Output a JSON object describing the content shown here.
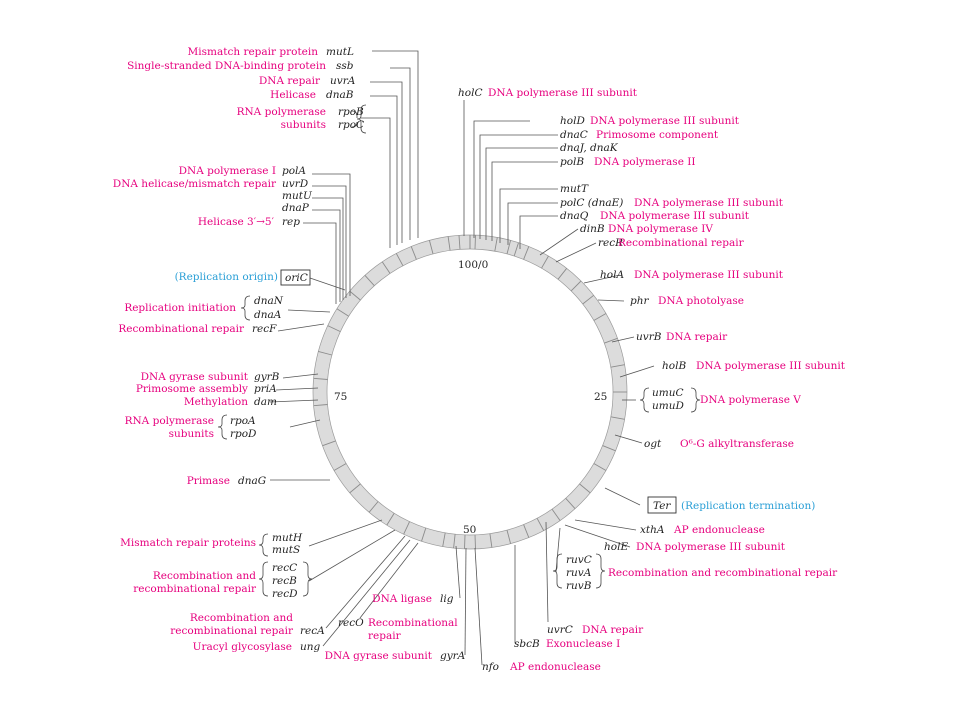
{
  "ring_markers": {
    "origin": "100/0",
    "quarter": "25",
    "half": "50",
    "three_quarter": "75"
  },
  "colors": {
    "function_label": "#e6007e",
    "landmark_label": "#2a9fd6",
    "gene_label": "#222222",
    "ring_fill": "#dcdcdc"
  },
  "labels": {
    "mutL": {
      "desc": "Mismatch repair protein",
      "gene": "mutL"
    },
    "ssb": {
      "desc": "Single-stranded DNA-binding protein",
      "gene": "ssb"
    },
    "uvrA": {
      "desc": "DNA repair",
      "gene": "uvrA"
    },
    "dnaB": {
      "desc": "Helicase",
      "gene": "dnaB"
    },
    "rpoBC": {
      "desc1": "RNA polymerase",
      "desc2": "subunits",
      "gene1": "rpoB",
      "gene2": "rpoC"
    },
    "polA": {
      "desc": "DNA polymerase I",
      "gene": "polA"
    },
    "uvrD": {
      "desc": "DNA helicase/mismatch repair",
      "gene": "uvrD"
    },
    "mutU": {
      "gene": "mutU"
    },
    "dnaP": {
      "gene": "dnaP"
    },
    "rep": {
      "desc": "Helicase 3′→5′",
      "gene": "rep"
    },
    "oriC": {
      "desc": "(Replication origin)",
      "gene": "oriC"
    },
    "dnaNA": {
      "desc": "Replication initiation",
      "gene1": "dnaN",
      "gene2": "dnaA"
    },
    "recF": {
      "desc": "Recombinational repair",
      "gene": "recF"
    },
    "gyrB": {
      "desc": "DNA gyrase subunit",
      "gene": "gyrB"
    },
    "priA": {
      "desc": "Primosome assembly",
      "gene": "priA"
    },
    "dam": {
      "desc": "Methylation",
      "gene": "dam"
    },
    "rpoAD": {
      "desc1": "RNA polymerase",
      "desc2": "subunits",
      "gene1": "rpoA",
      "gene2": "rpoD"
    },
    "dnaG": {
      "desc": "Primase",
      "gene": "dnaG"
    },
    "mutHS": {
      "desc": "Mismatch repair proteins",
      "gene1": "mutH",
      "gene2": "mutS"
    },
    "recCBD": {
      "desc1": "Recombination and",
      "desc2": "recombinational repair",
      "gene1": "recC",
      "gene2": "recB",
      "gene3": "recD"
    },
    "recA": {
      "desc1": "Recombination and",
      "desc2": "recombinational repair",
      "gene": "recA"
    },
    "ung": {
      "desc": "Uracyl glycosylase",
      "gene": "ung"
    },
    "recO": {
      "gene": "recO",
      "desc1": "Recombinational",
      "desc2": "repair"
    },
    "lig": {
      "desc": "DNA ligase",
      "gene": "lig"
    },
    "gyrA": {
      "desc": "DNA gyrase subunit",
      "gene": "gyrA"
    },
    "nfo": {
      "gene": "nfo",
      "desc": "AP endonuclease"
    },
    "sbcB": {
      "gene": "sbcB",
      "desc": "Exonuclease I"
    },
    "uvrC": {
      "gene": "uvrC",
      "desc": "DNA repair"
    },
    "holC": {
      "gene": "holC",
      "desc": "DNA polymerase III subunit"
    },
    "holD": {
      "gene": "holD",
      "desc": "DNA polymerase III subunit"
    },
    "dnaC": {
      "gene": "dnaC",
      "desc": "Primosome component"
    },
    "dnaJK": {
      "gene": "dnaJ, dnaK"
    },
    "polB": {
      "gene": "polB",
      "desc": "DNA polymerase II"
    },
    "mutT": {
      "gene": "mutT"
    },
    "polC": {
      "gene": "polC (dnaE)",
      "desc": "DNA polymerase III subunit"
    },
    "dnaQ": {
      "gene": "dnaQ",
      "desc": "DNA polymerase III subunit"
    },
    "dinB": {
      "gene": "dinB",
      "desc": "DNA polymerase IV"
    },
    "recR": {
      "gene": "recR",
      "desc": "Recombinational repair"
    },
    "holA": {
      "gene": "holA",
      "desc": "DNA polymerase III subunit"
    },
    "phr": {
      "gene": "phr",
      "desc": "DNA photolyase"
    },
    "uvrB": {
      "gene": "uvrB",
      "desc": "DNA repair"
    },
    "holB": {
      "gene": "holB",
      "desc": "DNA polymerase III subunit"
    },
    "umuCD": {
      "gene1": "umuC",
      "gene2": "umuD",
      "desc": "DNA polymerase V"
    },
    "ogt": {
      "gene": "ogt",
      "desc": "O⁶-G alkyltransferase"
    },
    "ter": {
      "gene": "Ter",
      "desc": "(Replication termination)"
    },
    "xthA": {
      "gene": "xthA",
      "desc": "AP endonuclease"
    },
    "holE": {
      "gene": "holE",
      "desc": "DNA polymerase III subunit"
    },
    "ruv": {
      "gene1": "ruvC",
      "gene2": "ruvA",
      "gene3": "ruvB",
      "desc": "Recombination and recombinational repair"
    }
  }
}
